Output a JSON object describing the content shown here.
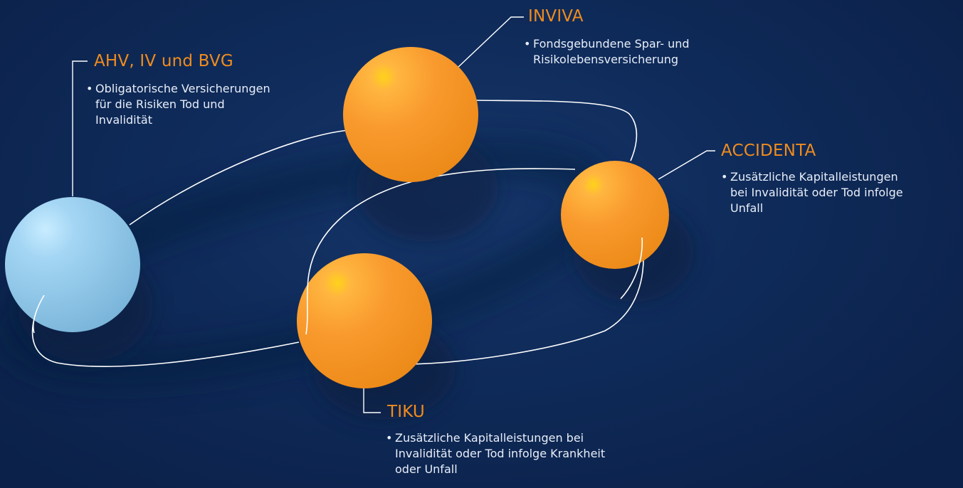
{
  "colors": {
    "background": "#0f2b5a",
    "accent_orange": "#f08c1e",
    "sphere_blue": "#8fc5e6",
    "connector": "#ffffff",
    "text": "#ffffff"
  },
  "nodes": [
    {
      "id": "ahv",
      "title": "AHV, IV und BVG",
      "bullet": "•",
      "lines": [
        "Obligatorische Versicherungen",
        "für die Risiken Tod und",
        "Invalidität"
      ]
    },
    {
      "id": "inviva",
      "title": "INVIVA",
      "bullet": "•",
      "lines": [
        "Fondsgebundene Spar- und",
        "Risikolebensversicherung"
      ]
    },
    {
      "id": "accidenta",
      "title": "ACCIDENTA",
      "bullet": "•",
      "lines": [
        "Zusätzliche Kapitalleistungen",
        "bei Invalidität oder Tod infolge",
        "Unfall"
      ]
    },
    {
      "id": "tiku",
      "title": "TIKU",
      "bullet": "•",
      "lines": [
        "Zusätzliche Kapitalleistungen bei",
        "Invalidität oder Tod infolge Krankheit",
        "oder Unfall"
      ]
    }
  ]
}
